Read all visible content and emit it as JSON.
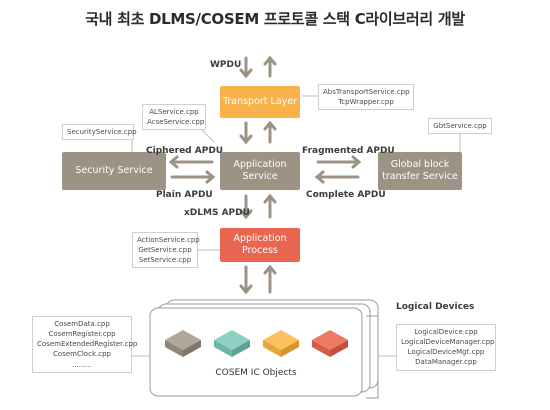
{
  "title": "국내 최초 DLMS/COSEM 프로토콜 스택 C라이브러리 개발",
  "labels": {
    "wpdu": "WPDU",
    "ciphered_apdu": "Ciphered APDU",
    "plain_apdu": "Plain APDU",
    "fragmented_apdu": "Fragmented APDU",
    "complete_apdu": "Complete APDU",
    "xdlms_apdu": "xDLMS APDU",
    "logical_devices": "Logical Devices"
  },
  "boxes": {
    "transport_layer": "Transport Layer",
    "security_service": "Security Service",
    "application_service": [
      "Application",
      "Service"
    ],
    "global_block": [
      "Global block",
      "transfer Service"
    ],
    "application_process": [
      "Application",
      "Process"
    ],
    "cosem_ic_objects": "COSEM IC Objects"
  },
  "notes": {
    "abs_transport": [
      "AbsTransportService.cpp",
      "TcpWrapper.cpp"
    ],
    "al_service": [
      "ALService.cpp",
      "AcseService.cpp"
    ],
    "security_service": [
      "SecurityService.cpp"
    ],
    "gbt_service": [
      "GbtService.cpp"
    ],
    "action_service": [
      "ActionService.cpp",
      "GetService.cpp",
      "SetService.cpp"
    ],
    "cosem_data": [
      "CosemData.cpp",
      "CosemRegister.cpp",
      "CosemExtendedRegister.cpp",
      "CosemClock.cpp",
      "........."
    ],
    "logical_device": [
      "LogicalDevice.cpp",
      "LogicalDeviceManager.cpp",
      "LogicalDeviceMgt.cpp",
      "DataManager.cpp"
    ]
  },
  "colors": {
    "orange": "#f9b24a",
    "gray": "#9d9384",
    "red": "#e9654f",
    "teal": "#82c8bb",
    "arrow": "#9d9384"
  }
}
